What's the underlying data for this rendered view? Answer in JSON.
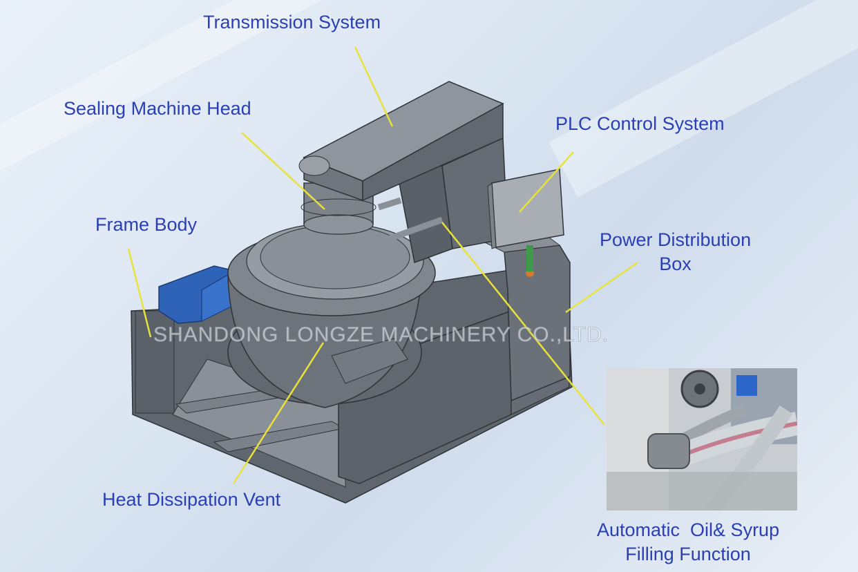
{
  "labels": {
    "transmission": "Transmission System",
    "sealing_head": "Sealing Machine Head",
    "plc": "PLC Control System",
    "frame_body": "Frame Body",
    "power_box_line1": "Power Distribution",
    "power_box_line2": "Box",
    "heat_vent": "Heat Dissipation Vent",
    "filling_line1": "Automatic  Oil& Syrup",
    "filling_line2": "Filling Function"
  },
  "watermark": "SHANDONG LONGZE MACHINERY CO.,LTD.",
  "colors": {
    "label_text": "#2a3fb4",
    "leader_line": "#e8e23a",
    "machine_body": "#6f767f",
    "machine_dark": "#4e545c",
    "chute_blue": "#2f63b8"
  }
}
